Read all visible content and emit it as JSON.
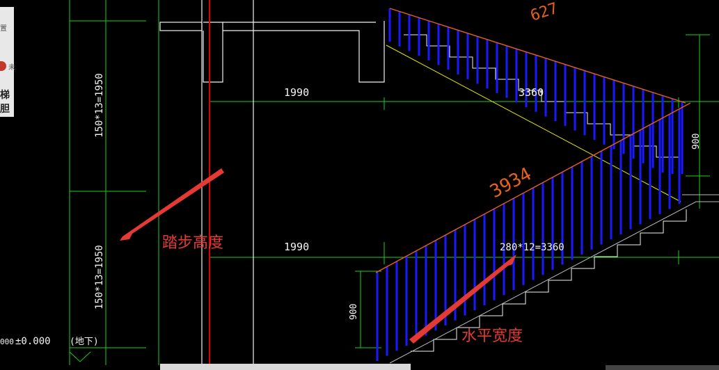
{
  "window": {
    "side_panel": {
      "top_text": "置",
      "icon_text": "未",
      "label_text": "梯胆"
    }
  },
  "dimensions": {
    "upper_landing_width": "1990",
    "upper_flight_width": "3360",
    "lower_landing_width": "1990",
    "lower_flight_width": "280*12=3360",
    "upper_height": "150*13=1950",
    "lower_height": "150*13=1950",
    "railing_height_right": "900",
    "railing_height_left": "900",
    "level_mark": "±0.000",
    "level_prefix": "000",
    "level_tag": "(地下)",
    "handrail_length": "3934",
    "handrail_upper_length": "627"
  },
  "annotations": {
    "step_height": "踏步高度",
    "horizontal_width": "水平宽度"
  },
  "colors": {
    "dim_line": "#19d219",
    "stair_line": "#ffffff",
    "baluster": "#1a1aff",
    "handrail": "#e8611a",
    "axis_red": "#e00000",
    "diagonal": "#e6e600",
    "annotation": "#e53935"
  }
}
